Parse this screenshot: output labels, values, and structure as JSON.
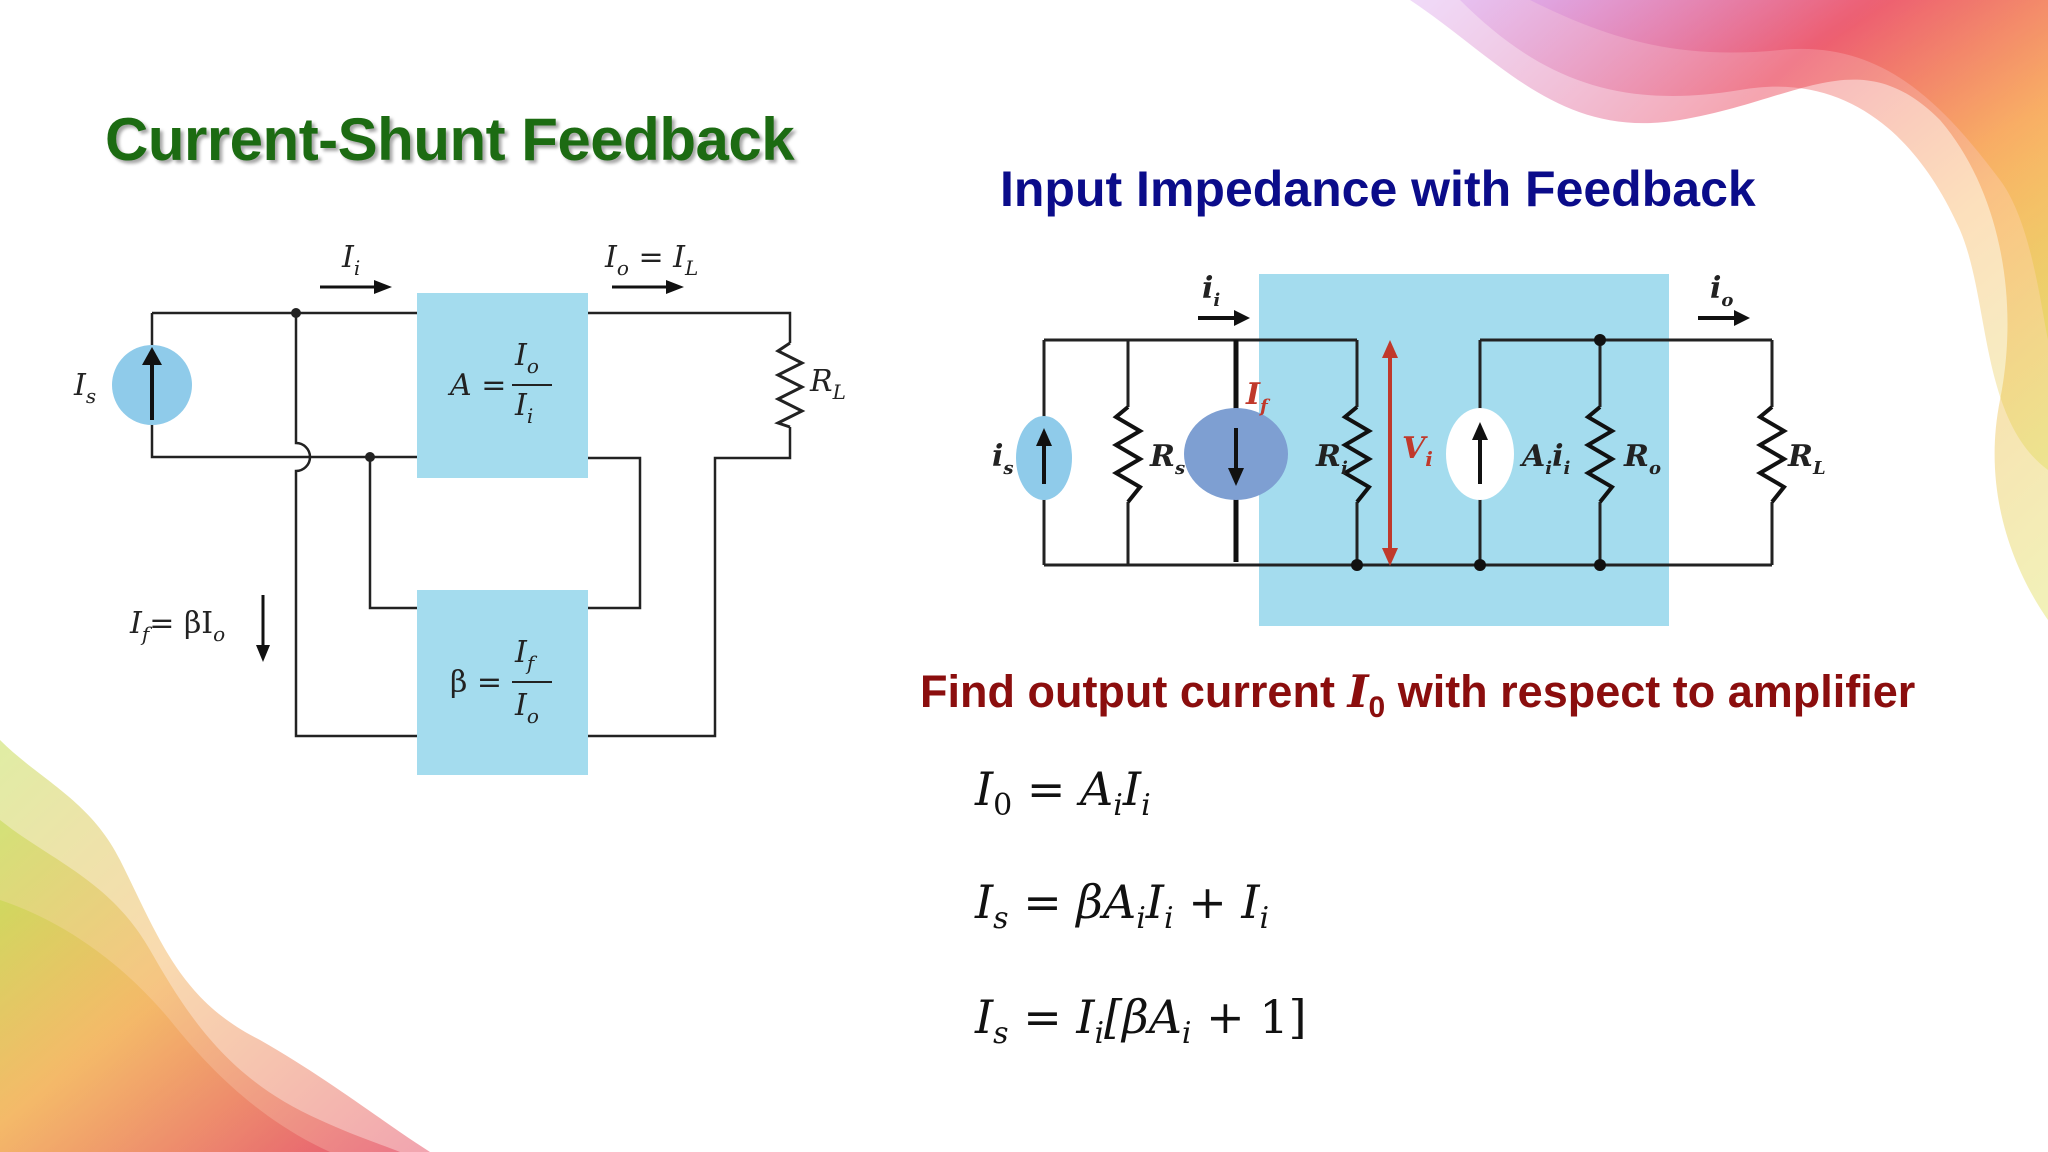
{
  "slide": {
    "title_left": "Current-Shunt  Feedback",
    "title_right": "Input Impedance with Feedback",
    "find_prefix": "Find output current ",
    "find_var": "I",
    "find_sub": "0",
    "find_suffix": " with respect to amplifier"
  },
  "left_diagram": {
    "Ii": "I",
    "Ii_sub": "i",
    "Io_IL": "I",
    "Io_sub": "o",
    "IL_sub": "L",
    "Is": "I",
    "Is_sub": "s",
    "RL": "R",
    "RL_sub": "L",
    "A_box": "A =",
    "A_num": "I",
    "A_num_sub": "o",
    "A_den": "I",
    "A_den_sub": "i",
    "beta_box": "β =",
    "beta_num": "I",
    "beta_num_sub": "f",
    "beta_den": "I",
    "beta_den_sub": "o",
    "If_label": "I",
    "If_sub": "f",
    "If_eq": "= βI",
    "If_eq_sub": "o"
  },
  "right_diagram": {
    "ii": "i",
    "ii_sub": "i",
    "io": "i",
    "io_sub": "o",
    "is": "i",
    "is_sub": "s",
    "Rs": "R",
    "Rs_sub": "s",
    "If": "I",
    "If_sub": "f",
    "Ri": "R",
    "Ri_sub": "i",
    "Vi": "V",
    "Vi_sub": "i",
    "Aii": "A",
    "Aii_sub1": "i",
    "Aii_i": "i",
    "Aii_sub2": "i",
    "Ro": "R",
    "Ro_sub": "o",
    "RL": "R",
    "RL_sub": "L"
  },
  "equations": [
    {
      "lhs": "I",
      "lhs_sub": "0",
      "rhs": "= A",
      "rhs_sub1": "i",
      "rhs2": "I",
      "rhs_sub2": "i",
      "rhs3": ""
    },
    {
      "lhs": "I",
      "lhs_sub": "s",
      "rhs": "= βA",
      "rhs_sub1": "i",
      "rhs2": "I",
      "rhs_sub2": "i",
      "rhs3": " + I",
      "rhs_sub3": "i"
    },
    {
      "lhs": "I",
      "lhs_sub": "s",
      "rhs": "= I",
      "rhs_sub1": "i",
      "rhs2": "[βA",
      "rhs_sub2": "i",
      "rhs3": " + 1]"
    }
  ],
  "colors": {
    "title_left": "#1c6b12",
    "title_right": "#0b0c8a",
    "find_text": "#8b0e0e",
    "block_fill": "#a4dcee",
    "source_fill": "#8fcbea",
    "Vi_arrow": "#c0392b"
  }
}
